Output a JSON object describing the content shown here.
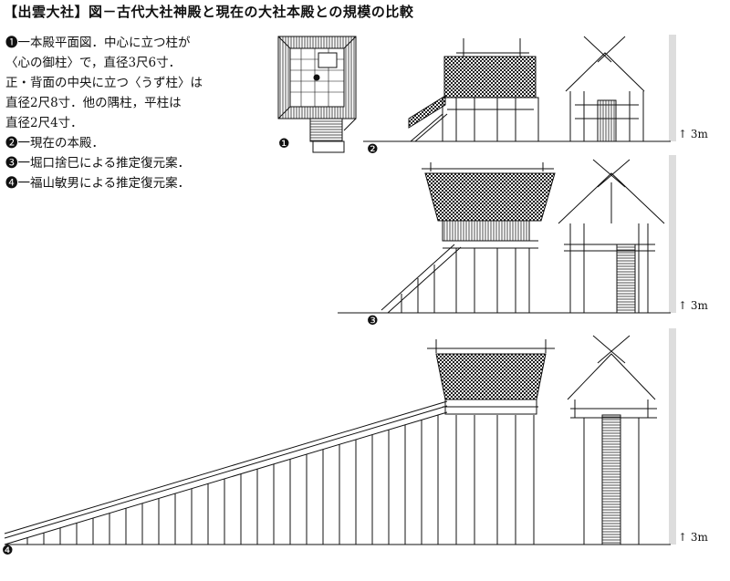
{
  "title": "【出雲大社】図－古代大社神殿と現在の大社本殿との規模の比較",
  "legend": [
    "❶一本殿平面図．中心に立つ柱が",
    "〈心の御柱〉で，直径3尺6寸．",
    "正・背面の中央に立つ〈うず柱〉は",
    "直径2尺8寸．他の隅柱，平柱は",
    "直径2尺4寸．",
    "❷一現在の本殿．",
    "❸一堀口捨巳による推定復元案．",
    "❹一福山敏男による推定復元案．"
  ],
  "figure_numbers": [
    "❶",
    "❷",
    "❸",
    "❹"
  ],
  "scale_labels": [
    "3m",
    "3m",
    "3m"
  ]
}
